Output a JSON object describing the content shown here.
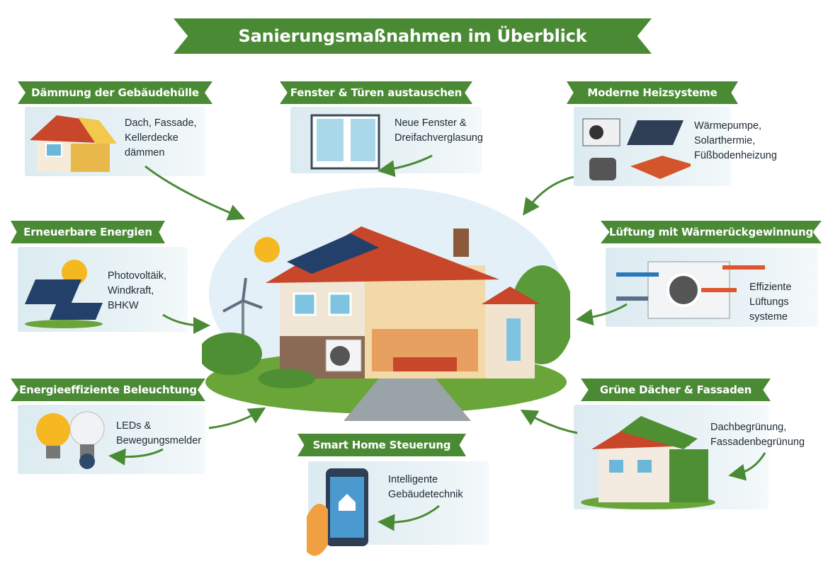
{
  "title": "Sanierungsmaßnahmen im Überblick",
  "sections": [
    {
      "heading": "Dämmung der Gebäudehülle",
      "lines": [
        "Dach, Fassade,",
        "Kellerdecke",
        "dämmen"
      ]
    },
    {
      "heading": "Fenster & Türen austauschen",
      "lines": [
        "Neue Fenster &",
        "Dreifachverglasung"
      ]
    },
    {
      "heading": "Moderne Heizsysteme",
      "lines": [
        "Wärmepumpe,",
        "Solarthermie,",
        "Füßbodenheizung"
      ]
    },
    {
      "heading": "Erneuerbare Energien",
      "lines": [
        "Photovoltäik,",
        "Windkraft,",
        "BHKW"
      ]
    },
    {
      "heading": "Lüftung mit Wärmerückgewinnung",
      "lines": [
        "Effiziente",
        "Lüftungs",
        "systeme"
      ]
    },
    {
      "heading": "Energieeffiziente Beleuchtung",
      "lines": [
        "LEDs &",
        "Bewegungsmelder"
      ]
    },
    {
      "heading": "Smart Home Steuerung",
      "lines": [
        "Intelligente",
        "Gebäudetechnik"
      ]
    },
    {
      "heading": "Grüne Dächer & Fassaden",
      "lines": [
        "Dachbegrünung,",
        "Fassadenbegrünung"
      ]
    }
  ],
  "colors": {
    "banner": "#4a8a35",
    "panel": "#dcebf1",
    "roof": "#c8462a",
    "arrow": "#4a8a35"
  }
}
